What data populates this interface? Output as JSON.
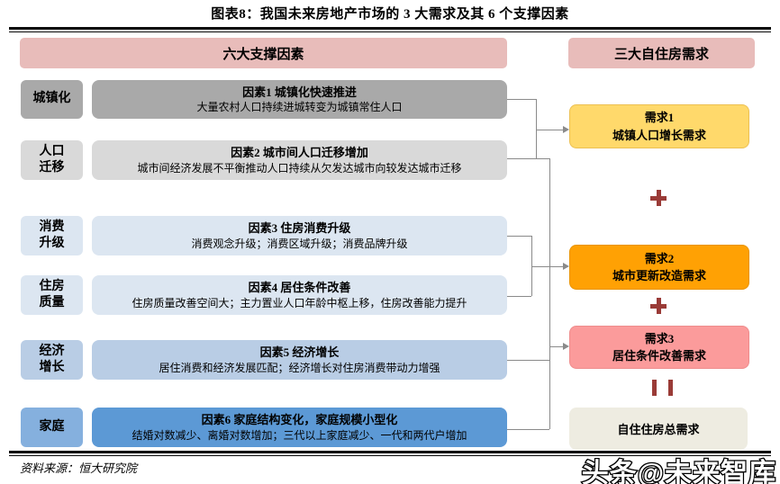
{
  "title": "图表8：我国未来房地产市场的 3 大需求及其 6 个支撑因素",
  "headers": {
    "left": "六大支撑因素",
    "right": "三大自住房需求"
  },
  "factors": [
    {
      "category": "城镇化",
      "title": "因素1 城镇化快速推进",
      "desc": "大量农村人口持续进城转变为城镇常住人口"
    },
    {
      "category": "人口\n迁移",
      "title": "因素2 城市间人口迁移增加",
      "desc": "城市间经济发展不平衡推动人口持续从欠发达城市向较发达城市迁移"
    },
    {
      "category": "消费\n升级",
      "title": "因素3 住房消费升级",
      "desc": "消费观念升级；消费区域升级；消费品牌升级"
    },
    {
      "category": "住房\n质量",
      "title": "因素4 居住条件改善",
      "desc": "住房质量改善空间大；主力置业人口年龄中枢上移，住房改善能力提升"
    },
    {
      "category": "经济\n增长",
      "title": "因素5 经济增长",
      "desc": "居住消费和经济发展匹配；经济增长对住房消费带动力增强"
    },
    {
      "category": "家庭",
      "title": "因素6 家庭结构变化，家庭规模小型化",
      "desc": "结婚对数减少、离婚对数增加；三代以上家庭减少、一代和两代户增加"
    }
  ],
  "demands": [
    {
      "title": "需求1",
      "desc": "城镇人口增长需求"
    },
    {
      "title": "需求2",
      "desc": "城市更新改造需求"
    },
    {
      "title": "需求3",
      "desc": "居住条件改善需求"
    }
  ],
  "total": "自住住房总需求",
  "operators": [
    "+",
    "+",
    "="
  ],
  "connections": [
    {
      "from": [
        "因素1",
        "因素2"
      ],
      "to": "需求1"
    },
    {
      "from": [
        "因素3",
        "因素4"
      ],
      "to": "需求2"
    },
    {
      "from": [
        "因素2",
        "因素5",
        "因素6"
      ],
      "to": "需求3"
    },
    {
      "from": [
        "需求1",
        "需求2",
        "需求3"
      ],
      "to": "自住住房总需求"
    }
  ],
  "source": "资料来源：恒大研究院",
  "watermark": "头条@未来智库",
  "colors": {
    "header_pink": "#E8BCBA",
    "factor_gray_dark": "#A9A9A9",
    "factor_gray_light": "#D9D9D9",
    "factor_blue_pale": "#DCE6F1",
    "factor_blue_light": "#B9CDE5",
    "factor_blue": "#5C99D5",
    "label_blue": "#85B0DE",
    "demand_yellow": "#FFD96B",
    "demand_orange": "#FFA104",
    "demand_salmon": "#FB9B9B",
    "total_beige": "#EEECE1",
    "operator_red": "#9A3B37",
    "connector_gray": "#8A8A8A"
  }
}
